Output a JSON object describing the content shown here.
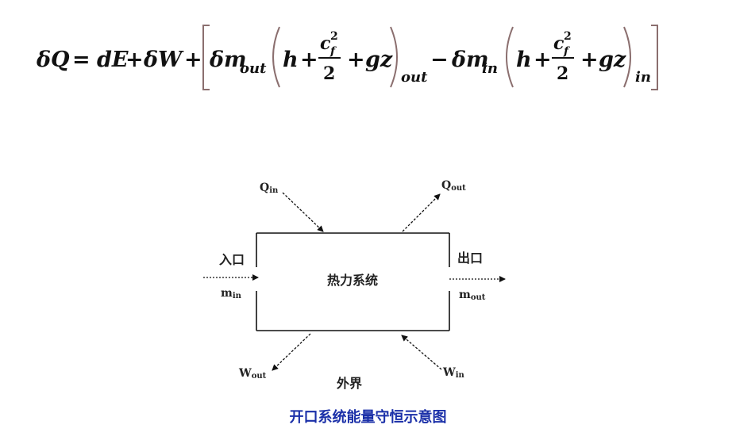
{
  "formula": {
    "lhs": "δQ",
    "eq": "=",
    "dE": "dE",
    "plus": "+",
    "dW": "δW",
    "delta_m": "δm",
    "sub_out": "out",
    "sub_in": "in",
    "h": "h",
    "c": "c",
    "c_sub": "f",
    "c_sup": "2",
    "two": "2",
    "gz": "gz",
    "minus": "−"
  },
  "diagram": {
    "q_in": {
      "main": "Q",
      "sub": "in"
    },
    "q_out": {
      "main": "Q",
      "sub": "out"
    },
    "w_out": {
      "main": "W",
      "sub": "out"
    },
    "w_in": {
      "main": "W",
      "sub": "in"
    },
    "m_in": {
      "main": "m",
      "sub": "in"
    },
    "m_out": {
      "main": "m",
      "sub": "out"
    },
    "inlet_label": "入口",
    "outlet_label": "出口",
    "system_label": "热力系统",
    "surroundings_label": "外界"
  },
  "caption": "开口系统能量守恒示意图",
  "colors": {
    "caption": "#1a2fa8",
    "bracket": "#8b6f6f",
    "line": "#111111"
  }
}
